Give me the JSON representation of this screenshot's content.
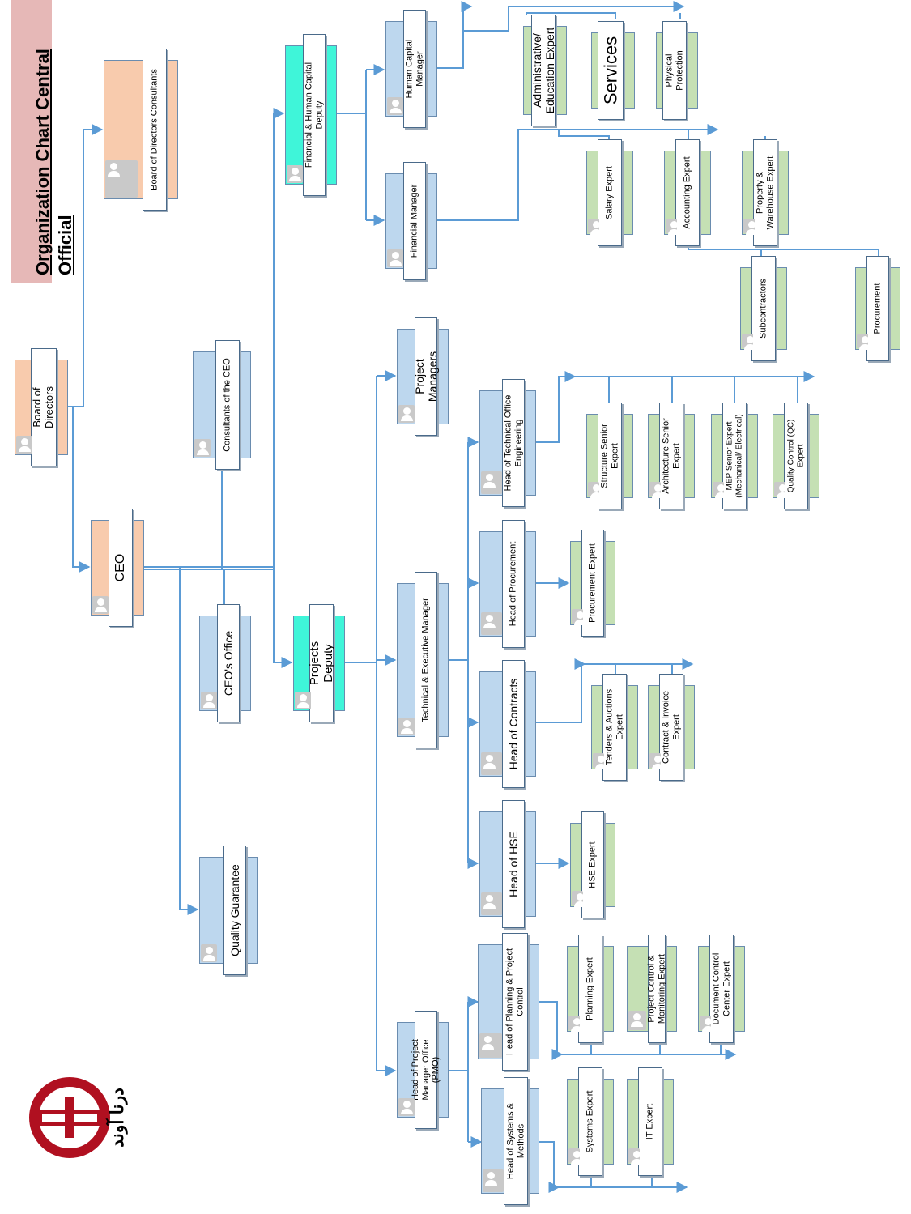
{
  "title": "Organization Chart Central Official",
  "logo_text": "درنا آوند",
  "colors": {
    "blue": "#bdd7ee",
    "peach": "#f8cbad",
    "green": "#c5e0b4",
    "aqua": "#3ff5d9",
    "line": "#5b9bd5",
    "logo_red": "#b01020"
  },
  "nodes": {
    "board_of_directors": "Board of Directors",
    "board_consultants": "Board of Directors Consultants",
    "ceo": "CEO",
    "consultants_ceo": "Consultants of the CEO",
    "ceo_office": "CEO's Office",
    "quality_guarantee": "Quality Guarantee",
    "financial_hc_deputy": "Financial & Human Capital Deputy",
    "human_capital_manager": "Human Capital Manager",
    "financial_manager": "Financial Manager",
    "admin_education": "Administrative/ Education Expert",
    "services": "Services",
    "physical_protection": "Physical Protection",
    "salary_expert": "Salary Expert",
    "accounting_expert": "Accounting Expert",
    "property_warehouse": "Property & Warehouse Expert",
    "subcontractors": "Subcontractors",
    "procurement": "Procurement",
    "projects_deputy": "Projects Deputy",
    "project_managers": "Project Managers",
    "tech_exec_manager": "Technical & Executive Manager",
    "pmo": "Head of Project Manager Office (PMO)",
    "head_tech_office": "Head of Technical Office Engineering",
    "head_procurement": "Head of Procurement",
    "head_contracts": "Head of Contracts",
    "head_hse": "Head of HSE",
    "head_planning": "Head of Planning & Project Control",
    "head_systems": "Head of Systems & Methods",
    "structure_expert": "Structure Senior Expert",
    "architecture_expert": "Architecture Senior Expert",
    "mep_expert": "MEP Senior Expert (Mechanical/ Electrical)",
    "qc_expert": "Quality Control (QC) Expert",
    "procurement_expert": "Procurement Expert",
    "tenders_expert": "Tenders & Auctions Expert",
    "contract_invoice_expert": "Contract & Invoice Expert",
    "hse_expert": "HSE Expert",
    "planning_expert": "Planning Expert",
    "project_control_expert": "Project Control & Monitoring Expert",
    "document_control_expert": "Document Control Center Expert",
    "systems_expert": "Systems Expert",
    "it_expert": "IT Expert"
  }
}
